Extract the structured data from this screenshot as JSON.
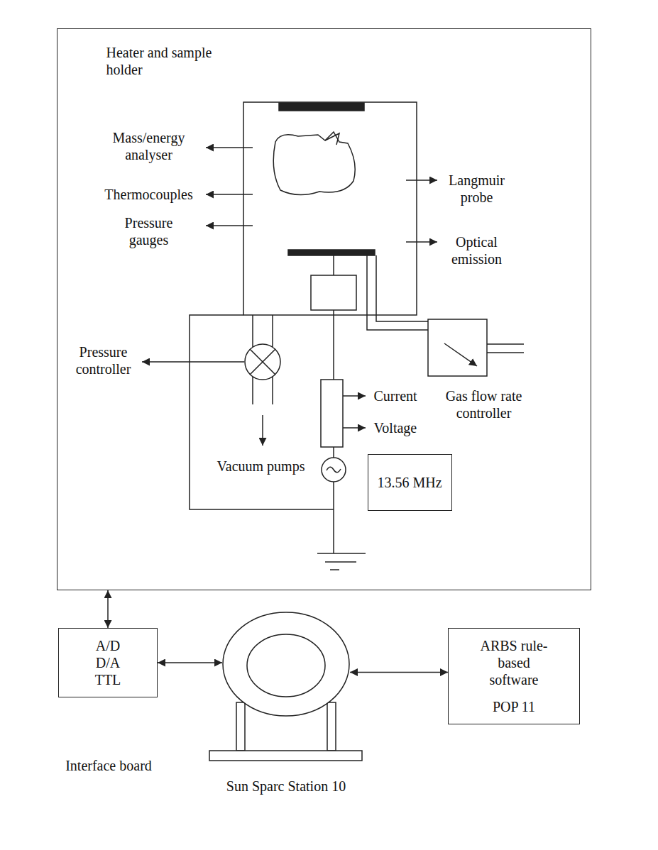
{
  "diagram": {
    "nodes": [
      {
        "text": [
          "Heater and sample holder",
          "Mass/energy analyser",
          "Thermocouples",
          "Pressure gauges",
          "Langmuir probe",
          "Optical emission",
          "Pressure controller",
          "Current",
          "Voltage",
          "Gas flow rate controller",
          "Vacuum pumps"
        ]
      },
      {
        "text": [
          "13.56 MHz"
        ],
        "in": 0
      },
      {
        "text": [
          "A/D D/A TTL",
          "Interface board"
        ]
      },
      {
        "text": [
          "Sun Sparc Station 10"
        ]
      },
      {
        "text": [
          "ARBS rule-based software",
          "POP 11"
        ]
      }
    ],
    "edges": [
      {
        "from": 0,
        "to": 2,
        "arrow": "both"
      },
      {
        "from": 2,
        "to": 3,
        "arrow": "both"
      },
      {
        "from": 3,
        "to": 4,
        "arrow": "both"
      }
    ]
  }
}
